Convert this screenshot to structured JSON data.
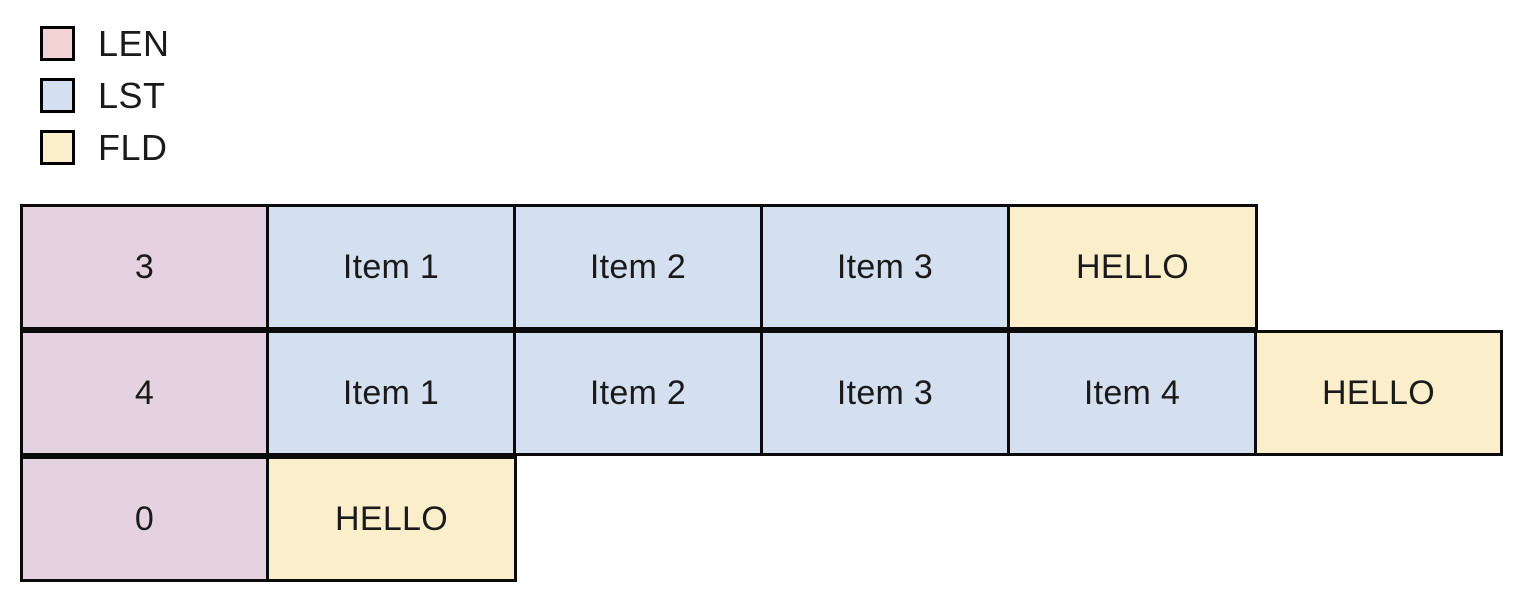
{
  "legend": {
    "items": [
      {
        "label": "LEN",
        "color": "#F2D3D3",
        "swatch_name": "legend-swatch-len"
      },
      {
        "label": "LST",
        "color": "#D4E0F0",
        "swatch_name": "legend-swatch-lst"
      },
      {
        "label": "FLD",
        "color": "#FBEFCB",
        "swatch_name": "legend-swatch-fld"
      }
    ]
  },
  "colors": {
    "len_cell": "#E5D2E1",
    "lst_cell": "#D4E0F0",
    "fld_cell": "#FBEFCB",
    "border": "#0B0B0B",
    "background": "#FFFFFF",
    "text": "#1A1A1A"
  },
  "table": {
    "rows": [
      {
        "cells": [
          {
            "text": "3",
            "kind": "LEN"
          },
          {
            "text": "Item 1",
            "kind": "LST"
          },
          {
            "text": "Item 2",
            "kind": "LST"
          },
          {
            "text": "Item 3",
            "kind": "LST"
          },
          {
            "text": "HELLO",
            "kind": "FLD"
          }
        ]
      },
      {
        "cells": [
          {
            "text": "4",
            "kind": "LEN"
          },
          {
            "text": "Item 1",
            "kind": "LST"
          },
          {
            "text": "Item 2",
            "kind": "LST"
          },
          {
            "text": "Item 3",
            "kind": "LST"
          },
          {
            "text": "Item 4",
            "kind": "LST"
          },
          {
            "text": "HELLO",
            "kind": "FLD"
          }
        ]
      },
      {
        "cells": [
          {
            "text": "0",
            "kind": "LEN"
          },
          {
            "text": "HELLO",
            "kind": "FLD"
          }
        ]
      }
    ]
  }
}
